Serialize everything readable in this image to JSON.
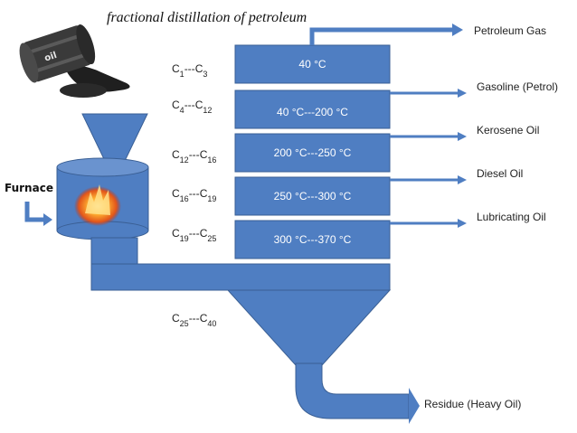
{
  "title": "fractional distillation of petroleum",
  "furnace_label": "Furnace",
  "barrel_text": "oil",
  "colors": {
    "column_fill": "#4f7ec2",
    "column_stroke": "#3a5f94",
    "barrel": "#3a3a3a",
    "fire": "#ff8c1a"
  },
  "fractions": [
    {
      "carbon_base": "C",
      "lo": "1",
      "hi": "3",
      "sep": "---",
      "temp": "40 °C",
      "product": "Petroleum Gas"
    },
    {
      "carbon_base": "C",
      "lo": "4",
      "hi": "12",
      "sep": "---",
      "temp": "40 °C---200 °C",
      "product": "Gasoline (Petrol)"
    },
    {
      "carbon_base": "C",
      "lo": "12",
      "hi": "16",
      "sep": "---",
      "temp": "200 °C---250 °C",
      "product": "Kerosene Oil"
    },
    {
      "carbon_base": "C",
      "lo": "16",
      "hi": "19",
      "sep": "---",
      "temp": "250 °C---300 °C",
      "product": "Diesel Oil"
    },
    {
      "carbon_base": "C",
      "lo": "19",
      "hi": "25",
      "sep": "---",
      "temp": "300 °C---370 °C",
      "product": "Lubricating Oil"
    }
  ],
  "residue": {
    "carbon_base": "C",
    "lo": "25",
    "hi": "40",
    "sep": "---",
    "product": "Residue (Heavy Oil)"
  }
}
